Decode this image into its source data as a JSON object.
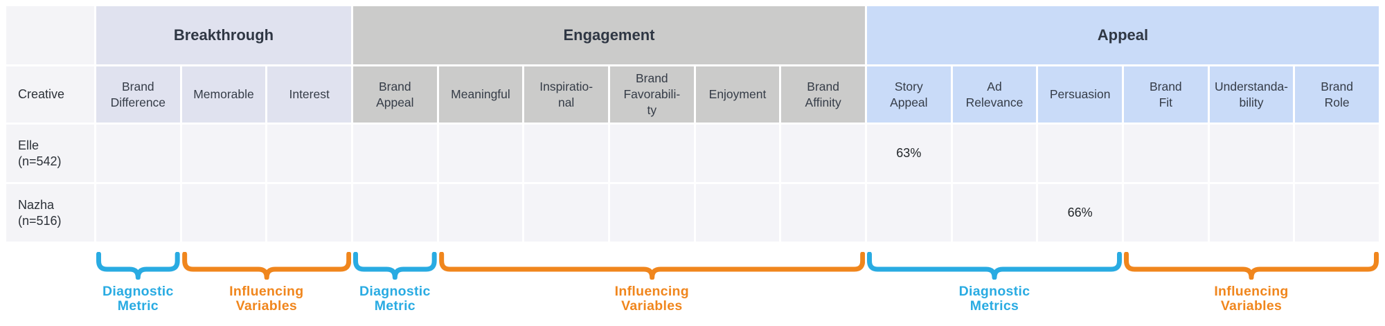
{
  "colors": {
    "diagnostic_blue": "#29abe2",
    "influencing_orange": "#f0861d",
    "breakthrough_bg": "#e0e2ef",
    "engagement_bg": "#cbcbca",
    "appeal_bg": "#c9dbf8",
    "cell_bg": "#f4f4f8"
  },
  "table": {
    "row_header_label": "Creative",
    "groups": [
      {
        "label": "Breakthrough",
        "columns": 3
      },
      {
        "label": "Engagement",
        "columns": 6
      },
      {
        "label": "Appeal",
        "columns": 6
      }
    ],
    "columns": [
      {
        "label": "Brand\nDifference",
        "group": "Breakthrough"
      },
      {
        "label": "Memorable",
        "group": "Breakthrough"
      },
      {
        "label": "Interest",
        "group": "Breakthrough"
      },
      {
        "label": "Brand\nAppeal",
        "group": "Engagement"
      },
      {
        "label": "Meaningful",
        "group": "Engagement"
      },
      {
        "label": "Inspiratio-\nnal",
        "group": "Engagement"
      },
      {
        "label": "Brand\nFavorabili-\nty",
        "group": "Engagement"
      },
      {
        "label": "Enjoyment",
        "group": "Engagement"
      },
      {
        "label": "Brand\nAffinity",
        "group": "Engagement"
      },
      {
        "label": "Story\nAppeal",
        "group": "Appeal"
      },
      {
        "label": "Ad\nRelevance",
        "group": "Appeal"
      },
      {
        "label": "Persuasion",
        "group": "Appeal"
      },
      {
        "label": "Brand\nFit",
        "group": "Appeal"
      },
      {
        "label": "Understanda-\nbility",
        "group": "Appeal"
      },
      {
        "label": "Brand\nRole",
        "group": "Appeal"
      }
    ],
    "rows": [
      {
        "label": "Elle\n(n=542)",
        "values": [
          "",
          "",
          "",
          "",
          "",
          "",
          "",
          "",
          "",
          "63%",
          "",
          "",
          "",
          "",
          ""
        ]
      },
      {
        "label": "Nazha\n(n=516)",
        "values": [
          "",
          "",
          "",
          "",
          "",
          "",
          "",
          "",
          "",
          "",
          "",
          "66%",
          "",
          "",
          ""
        ]
      }
    ]
  },
  "annotations": {
    "braces": [
      {
        "label": "Diagnostic\nMetric",
        "color": "#29abe2",
        "covers": [
          "Brand Difference"
        ]
      },
      {
        "label": "Influencing\nVariables",
        "color": "#f0861d",
        "covers": [
          "Memorable",
          "Interest"
        ]
      },
      {
        "label": "Diagnostic\nMetric",
        "color": "#29abe2",
        "covers": [
          "Brand Appeal"
        ]
      },
      {
        "label": "Influencing\nVariables",
        "color": "#f0861d",
        "covers": [
          "Meaningful",
          "Inspirational",
          "Brand Favorability",
          "Enjoyment",
          "Brand Affinity"
        ]
      },
      {
        "label": "Diagnostic\nMetrics",
        "color": "#29abe2",
        "covers": [
          "Story Appeal",
          "Ad Relevance",
          "Persuasion"
        ]
      },
      {
        "label": "Influencing\nVariables",
        "color": "#f0861d",
        "covers": [
          "Brand Fit",
          "Understandability",
          "Brand Role"
        ]
      }
    ]
  },
  "chart_data": {
    "type": "table",
    "title": "",
    "column_groups": [
      "Breakthrough",
      "Engagement",
      "Appeal"
    ],
    "categories": [
      "Brand Difference",
      "Memorable",
      "Interest",
      "Brand Appeal",
      "Meaningful",
      "Inspirational",
      "Brand Favorability",
      "Enjoyment",
      "Brand Affinity",
      "Story Appeal",
      "Ad Relevance",
      "Persuasion",
      "Brand Fit",
      "Understandability",
      "Brand Role"
    ],
    "series": [
      {
        "name": "Elle (n=542)",
        "values": [
          null,
          null,
          null,
          null,
          null,
          null,
          null,
          null,
          null,
          "63%",
          null,
          null,
          null,
          null,
          null
        ]
      },
      {
        "name": "Nazha (n=516)",
        "values": [
          null,
          null,
          null,
          null,
          null,
          null,
          null,
          null,
          null,
          null,
          null,
          "66%",
          null,
          null,
          null
        ]
      }
    ]
  }
}
